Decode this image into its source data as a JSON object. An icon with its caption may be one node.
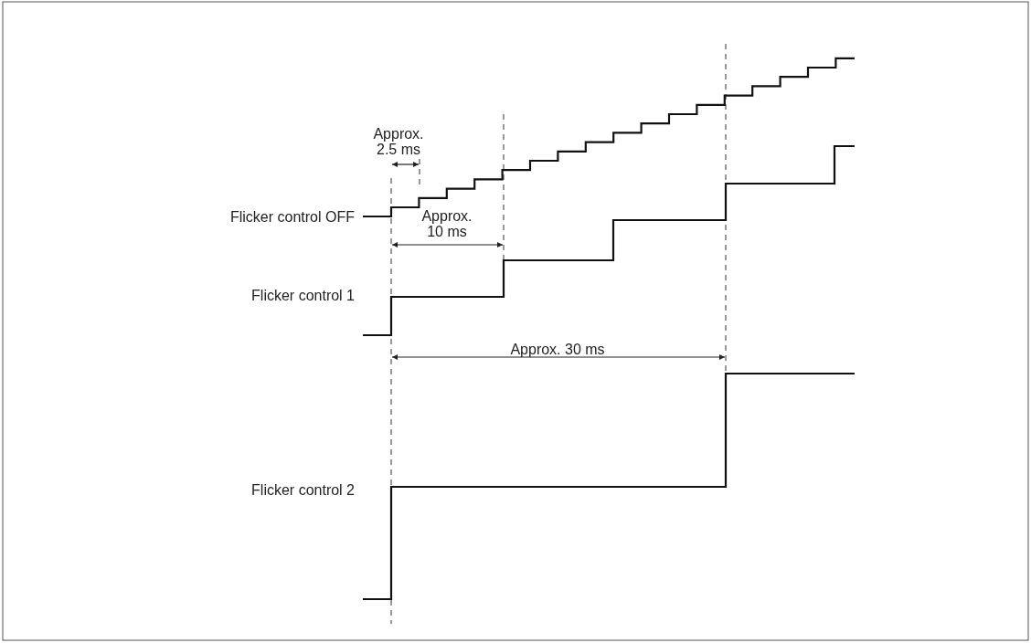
{
  "diagram": {
    "labels": [
      "Approx. 2.5 ms",
      "Flicker control OFF",
      "Approx. 10 ms",
      "Flicker control 1",
      "Approx. 30 ms",
      "Flicker control 2"
    ]
  }
}
